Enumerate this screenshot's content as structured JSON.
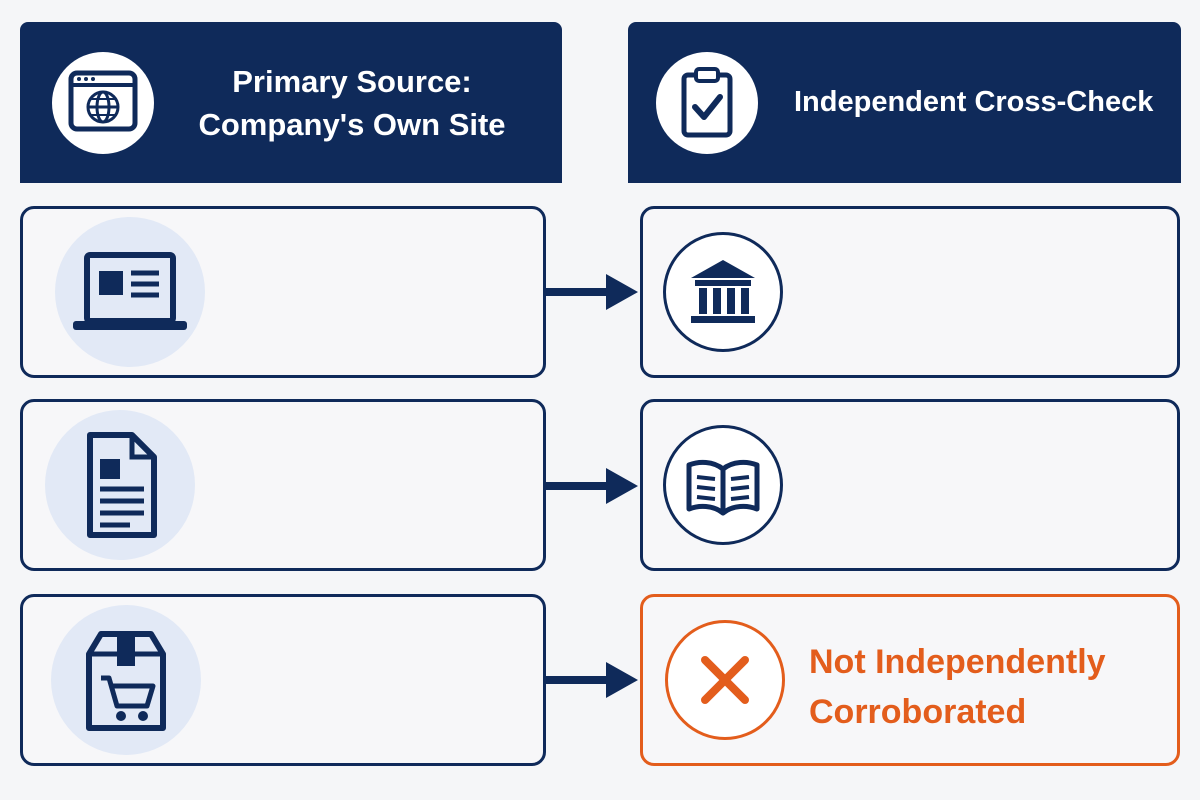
{
  "colors": {
    "navy": "#0f2a5a",
    "alert_orange": "#e35d1c",
    "icon_bg": "#e2e9f6"
  },
  "headers": {
    "left": {
      "title_line1": "Primary Source:",
      "title_line2": "Company's Own Site",
      "icon": "browser-globe-icon"
    },
    "right": {
      "title": "Independent Cross-Check",
      "icon": "clipboard-check-icon"
    }
  },
  "rows": [
    {
      "source_icon": "laptop-webpage-icon",
      "check_icon": "institution-building-icon"
    },
    {
      "source_icon": "document-icon",
      "check_icon": "open-book-icon"
    },
    {
      "source_icon": "product-box-cart-icon",
      "check_icon": "x-mark-icon",
      "result_line1": "Not Independently",
      "result_line2": "Corroborated",
      "result_color": "#e35d1c"
    }
  ]
}
